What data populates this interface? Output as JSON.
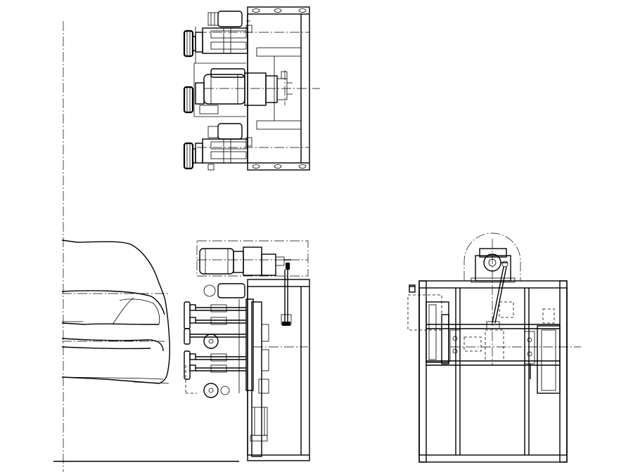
{
  "drawing": {
    "stroke_color": "#000000",
    "background_color": "#ffffff",
    "views": [
      {
        "name": "top-view"
      },
      {
        "name": "side-view-with-vehicle"
      },
      {
        "name": "front-view"
      }
    ]
  }
}
